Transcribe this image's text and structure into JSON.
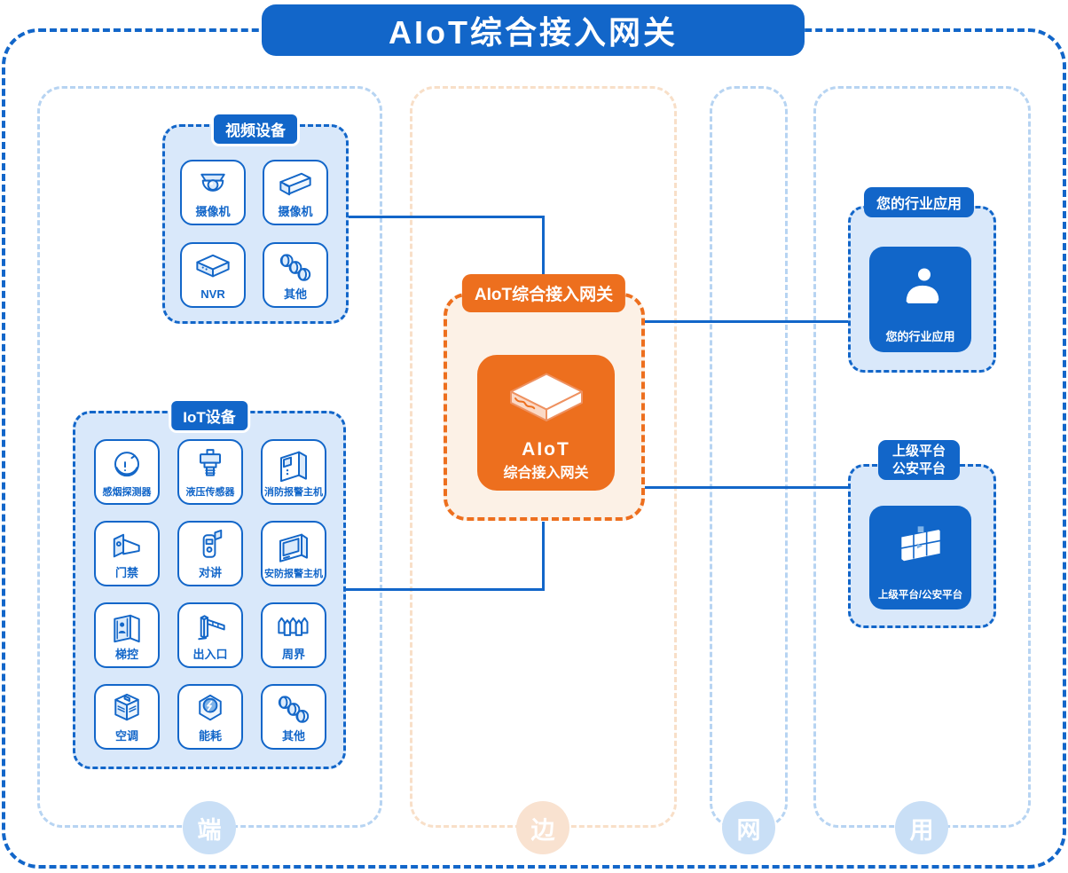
{
  "header": {
    "title": "AIoT综合接入网关"
  },
  "columns": [
    {
      "label": "端"
    },
    {
      "label": "边"
    },
    {
      "label": "网"
    },
    {
      "label": "用"
    }
  ],
  "video_group": {
    "title": "视频设备",
    "items": [
      {
        "label": "摄像机",
        "icon": "dome-camera-icon"
      },
      {
        "label": "摄像机",
        "icon": "bullet-camera-icon"
      },
      {
        "label": "NVR",
        "icon": "nvr-icon"
      },
      {
        "label": "其他",
        "icon": "coins-icon"
      }
    ]
  },
  "iot_group": {
    "title": "IoT设备",
    "items": [
      {
        "label": "感烟探测器",
        "icon": "smoke-detector-icon"
      },
      {
        "label": "液压传感器",
        "icon": "pressure-sensor-icon"
      },
      {
        "label": "消防报警主机",
        "icon": "fire-alarm-panel-icon"
      },
      {
        "label": "门禁",
        "icon": "access-control-icon"
      },
      {
        "label": "对讲",
        "icon": "intercom-icon"
      },
      {
        "label": "安防报警主机",
        "icon": "security-alarm-panel-icon"
      },
      {
        "label": "梯控",
        "icon": "elevator-control-icon"
      },
      {
        "label": "出入口",
        "icon": "barrier-gate-icon"
      },
      {
        "label": "周界",
        "icon": "perimeter-fence-icon"
      },
      {
        "label": "空调",
        "icon": "air-conditioner-icon"
      },
      {
        "label": "能耗",
        "icon": "energy-meter-icon"
      },
      {
        "label": "其他",
        "icon": "coins-icon"
      }
    ]
  },
  "gateway": {
    "label": "AIoT综合接入网关",
    "device_line1": "AIoT",
    "device_line2": "综合接入网关"
  },
  "industry_app": {
    "title": "您的行业应用",
    "tile_label": "您的行业应用"
  },
  "upper_platform": {
    "title_line1": "上级平台",
    "title_line2": "公安平台",
    "tile_label": "上级平台/公安平台"
  },
  "colors": {
    "primary_blue": "#1266C9",
    "orange": "#ED6F1E",
    "light_blue_fill": "#D9E8FA",
    "cream_fill": "#FCF1E6",
    "zone_border_blue": "#B7D4F2",
    "zone_border_orange": "#F8DFC8",
    "circle_blue": "#C9DFF6",
    "circle_orange": "#F9E2D0"
  }
}
